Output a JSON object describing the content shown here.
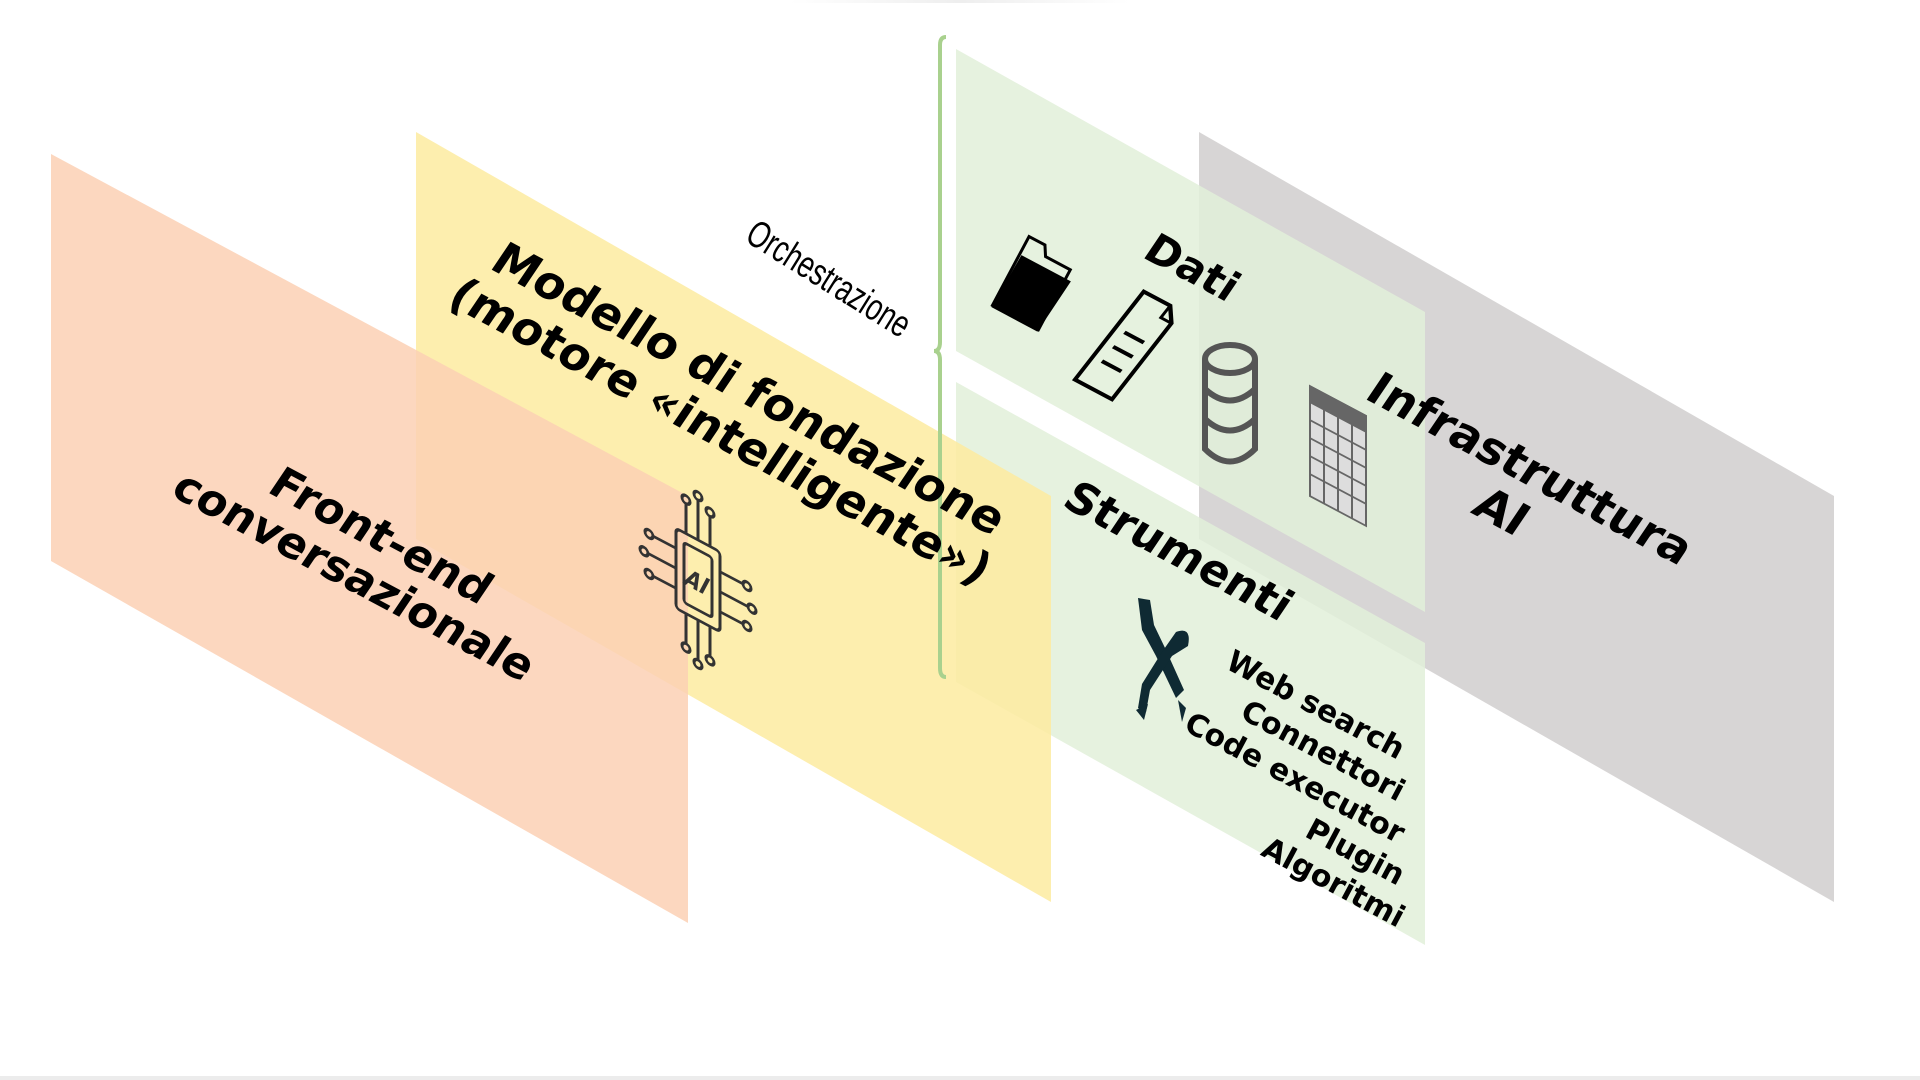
{
  "layers": {
    "frontend": {
      "line1": "Front-end",
      "line2": "conversazionale",
      "color": "#fbd0b4"
    },
    "model": {
      "line1": "Modello di fondazione",
      "line2": "(motore «intelligente»)",
      "color": "#fdeba0"
    },
    "orchestration": {
      "label": "Orchestrazione",
      "color": "#a9d18e"
    },
    "data": {
      "label": "Dati",
      "color": "#e2f0d9"
    },
    "tools": {
      "label": "Strumenti",
      "items": [
        "Web search",
        "Connettori",
        "Code executor",
        "Plugin",
        "Algoritmi"
      ],
      "color": "#e2f0d9"
    },
    "infra": {
      "line1": "Infrastruttura",
      "line2": "AI",
      "color": "#d0cece"
    }
  },
  "icons": {
    "chip_label": "AI"
  }
}
